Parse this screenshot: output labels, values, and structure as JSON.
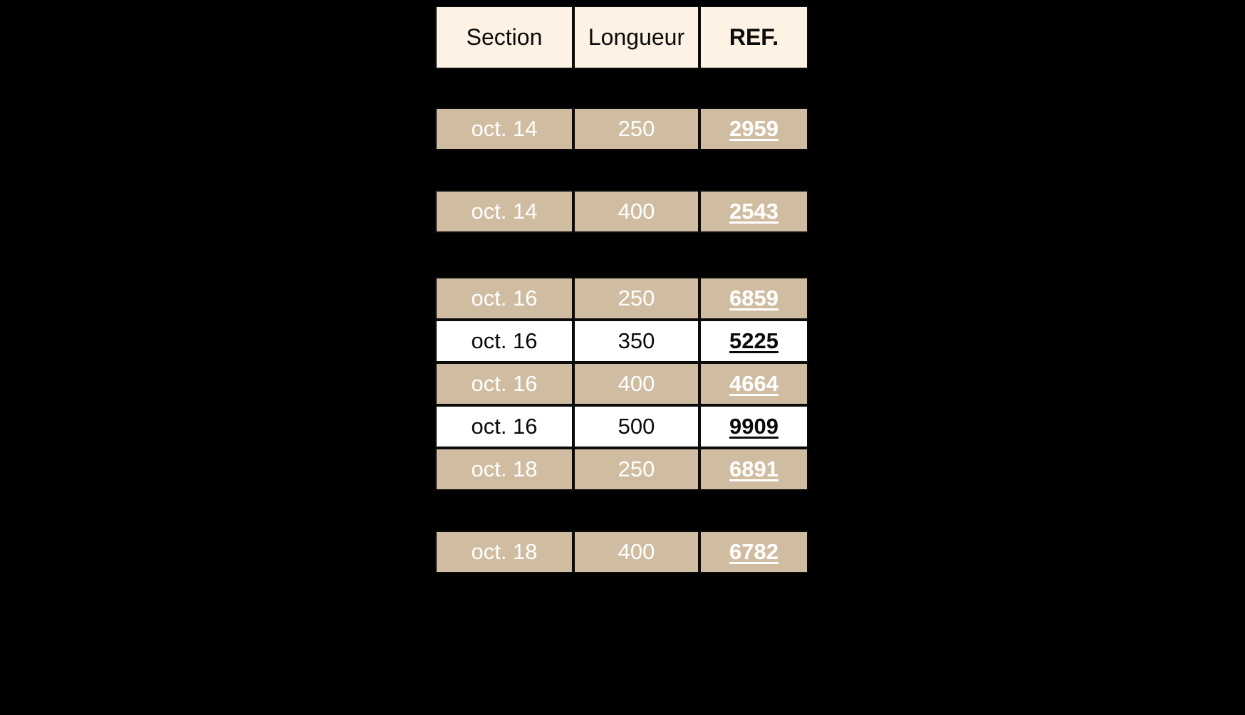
{
  "table": {
    "name": "sections-longueur-ref-table",
    "columns": [
      {
        "key": "section",
        "label": "Section"
      },
      {
        "key": "longueur",
        "label": "Longueur"
      },
      {
        "key": "ref",
        "label": "REF."
      }
    ],
    "colors": {
      "page_background": "#000000",
      "header_background": "#fdf2e3",
      "header_text": "#0a0a0a",
      "shaded_row_background": "#d0bda1",
      "shaded_row_text": "#ffffff",
      "plain_row_background": "#ffffff",
      "plain_row_text": "#0a0a0a",
      "border": "#0b0b0b"
    },
    "groups": [
      {
        "name": "group-1",
        "rows": [
          {
            "section": "oct. 14",
            "longueur": "250",
            "ref": "2959",
            "style": "tan"
          }
        ]
      },
      {
        "name": "group-2",
        "rows": [
          {
            "section": "oct. 14",
            "longueur": "400",
            "ref": "2543",
            "style": "tan"
          }
        ]
      },
      {
        "name": "group-3",
        "rows": [
          {
            "section": "oct. 16",
            "longueur": "250",
            "ref": "6859",
            "style": "tan"
          },
          {
            "section": "oct. 16",
            "longueur": "350",
            "ref": "5225",
            "style": "white"
          },
          {
            "section": "oct. 16",
            "longueur": "400",
            "ref": "4664",
            "style": "tan"
          },
          {
            "section": "oct. 16",
            "longueur": "500",
            "ref": "9909",
            "style": "white"
          },
          {
            "section": "oct. 18",
            "longueur": "250",
            "ref": "6891",
            "style": "tan"
          }
        ]
      },
      {
        "name": "group-4",
        "rows": [
          {
            "section": "oct. 18",
            "longueur": "400",
            "ref": "6782",
            "style": "tan"
          }
        ]
      }
    ]
  }
}
